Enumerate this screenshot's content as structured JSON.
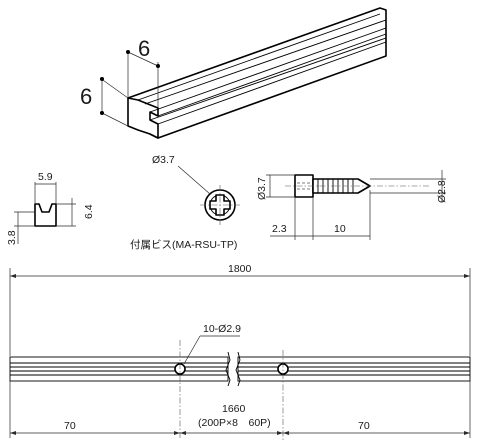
{
  "rail_profile": {
    "width_label": "6",
    "height_label": "6"
  },
  "section": {
    "width_label": "5.9",
    "inner_height_label": "6.4",
    "base_height_label": "3.8"
  },
  "screw": {
    "head_dia_label": "Ø3.7",
    "body_head_dia_label": "Ø3.7",
    "tip_dia_label": "Ø2.8",
    "head_length_label": "2.3",
    "body_length_label": "10",
    "caption": "付属ビス(MA-RSU-TP)"
  },
  "rail_plan": {
    "total_length_label": "1800",
    "holes_label": "10-Ø2.9",
    "pitch_label": "1660",
    "pitch_detail_label": "(200P×8　60P)",
    "left_end_label": "70",
    "right_end_label": "70"
  }
}
